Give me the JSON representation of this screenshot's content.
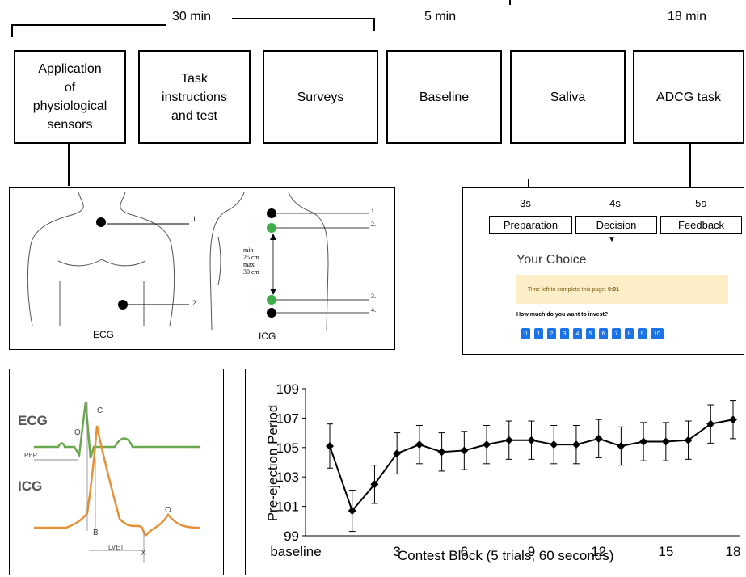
{
  "timeline": {
    "durations": [
      "30 min",
      "5 min",
      "18 min"
    ]
  },
  "steps": [
    {
      "lines": [
        "Application",
        "of",
        "physiological",
        "sensors"
      ]
    },
    {
      "lines": [
        "Task",
        "instructions",
        "and test"
      ]
    },
    {
      "lines": [
        "Surveys"
      ]
    },
    {
      "lines": [
        "Baseline"
      ]
    },
    {
      "lines": [
        "Saliva"
      ]
    },
    {
      "lines": [
        "ADCG task"
      ]
    }
  ],
  "sensors": {
    "ecg_label": "ECG",
    "icg_label": "ICG",
    "ecg_markers": [
      "1.",
      "2."
    ],
    "icg_markers": [
      "1.",
      "2.",
      "3.",
      "4."
    ],
    "distance_text": [
      "min",
      "25 cm",
      "max",
      "30 cm"
    ]
  },
  "adcg": {
    "phases": [
      {
        "time": "3s",
        "label": "Preparation"
      },
      {
        "time": "4s",
        "label": "Decision"
      },
      {
        "time": "5s",
        "label": "Feedback"
      }
    ],
    "choice_title": "Your Choice",
    "time_left_label": "Time left to complete this page:",
    "time_left_value": "0:01",
    "question": "How much do you want to invest?",
    "options": [
      "0",
      "1",
      "2",
      "3",
      "4",
      "5",
      "6",
      "7",
      "8",
      "9",
      "10"
    ]
  },
  "waveform": {
    "ecg_label": "ECG",
    "icg_label": "ICG",
    "points": [
      "Q",
      "C",
      "B",
      "X",
      "O"
    ],
    "pep_label": "PEP",
    "lvet_label": "LVET",
    "colors": {
      "ecg": "#6aa84f",
      "icg": "#e69138"
    }
  },
  "chart_data": {
    "type": "line",
    "xlabel": "Contest Block (5 trials, 60 seconds)",
    "ylabel": "Pre-ejection Period",
    "x_tick_labels": [
      "baseline",
      "3",
      "6",
      "9",
      "12",
      "15",
      "18"
    ],
    "y_tick_labels": [
      "99",
      "101",
      "103",
      "105",
      "107",
      "109"
    ],
    "ylim": [
      99,
      109
    ],
    "x": [
      0,
      1,
      2,
      3,
      4,
      5,
      6,
      7,
      8,
      9,
      10,
      11,
      12,
      13,
      14,
      15,
      16,
      17,
      18
    ],
    "values": [
      105.1,
      100.7,
      102.5,
      104.6,
      105.2,
      104.7,
      104.8,
      105.2,
      105.5,
      105.5,
      105.2,
      105.2,
      105.6,
      105.1,
      105.4,
      105.4,
      105.5,
      106.6,
      106.9
    ],
    "errors": [
      1.5,
      1.4,
      1.3,
      1.4,
      1.3,
      1.3,
      1.3,
      1.3,
      1.3,
      1.3,
      1.3,
      1.3,
      1.3,
      1.3,
      1.3,
      1.3,
      1.3,
      1.3,
      1.3
    ],
    "grid": false
  }
}
